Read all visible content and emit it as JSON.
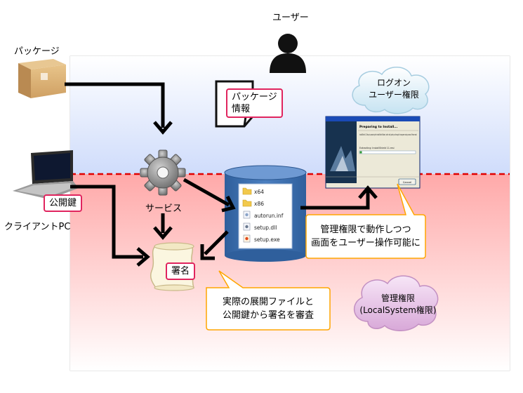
{
  "labels": {
    "user": "ユーザー",
    "package": "パッケージ",
    "package_info": [
      "パッケージ",
      "情報"
    ],
    "client_pc": "クライアントPC",
    "public_key": "公開鍵",
    "service": "サービス",
    "signature": "署名"
  },
  "clouds": {
    "logon": [
      "ログオン",
      "ユーザー権限"
    ],
    "admin": [
      "管理権限",
      "(LocalSystem権限)"
    ]
  },
  "callouts": {
    "ui": [
      "管理権限で動作しつつ",
      "画面をユーザー操作可能に"
    ],
    "verify": [
      "実際の展開ファイルと",
      "公開鍵から署名を審査"
    ]
  },
  "files": [
    "x64",
    "x86",
    "autorun.inf",
    "setup.dll",
    "setup.exe"
  ],
  "dialog": {
    "title": "InstallShield Wizard",
    "heading": "Preparing to Install...",
    "body": "InstallShield 11 Setup is preparing the InstallShield Wizard, which will guide you through the program setup process. Please wait.",
    "status": "Extracting: InstallShield 11.msi",
    "cancel": "Cancel"
  },
  "colors": {
    "user_zone": "#dde8fb",
    "admin_zone": "#ffcccc",
    "boundary": "#e00000",
    "callout": "#ffa500",
    "cylinder": "#3d6fae",
    "cloud_logon": "#d7ecf6",
    "cloud_admin": "#e8c8e8",
    "red_box": "#e0245e"
  }
}
